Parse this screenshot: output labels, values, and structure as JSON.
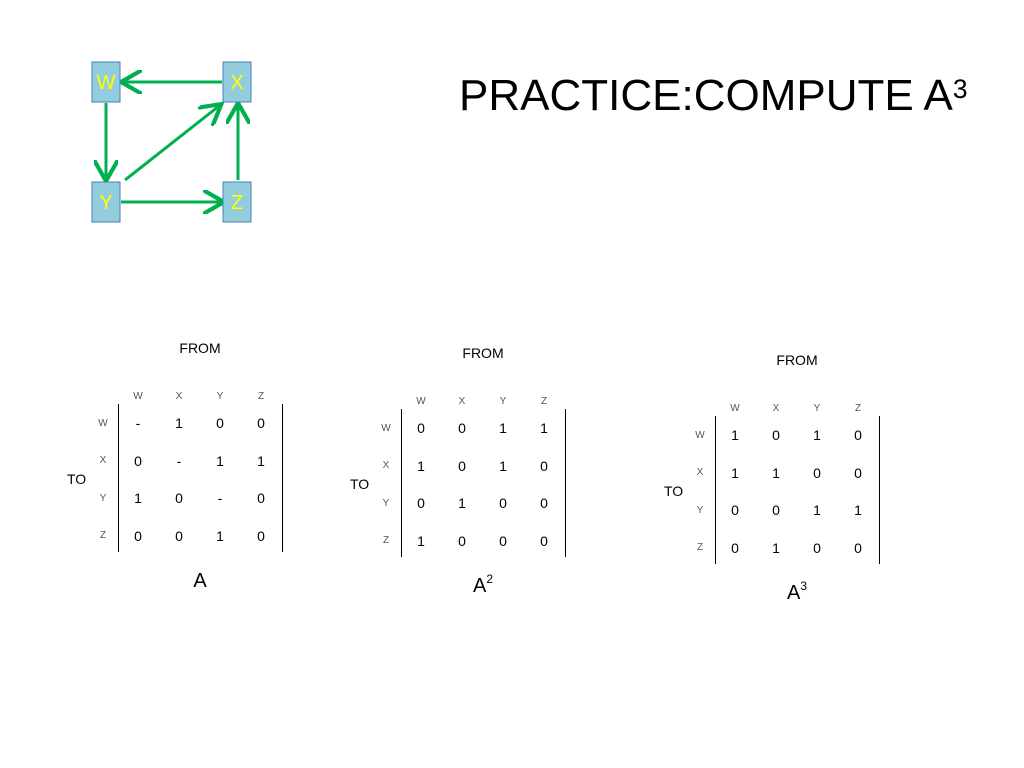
{
  "title": {
    "text": "PRACTICE:COMPUTE A",
    "exp": "3"
  },
  "graph": {
    "nodes": [
      {
        "id": "W",
        "label": "W"
      },
      {
        "id": "X",
        "label": "X"
      },
      {
        "id": "Y",
        "label": "Y"
      },
      {
        "id": "Z",
        "label": "Z"
      }
    ],
    "edges": [
      {
        "from": "X",
        "to": "W"
      },
      {
        "from": "W",
        "to": "Y"
      },
      {
        "from": "Y",
        "to": "X"
      },
      {
        "from": "Y",
        "to": "Z"
      },
      {
        "from": "Z",
        "to": "X"
      }
    ],
    "colors": {
      "node_fill": "#93cddd",
      "node_text": "#ffff00",
      "edge": "#00b050"
    }
  },
  "matrices": [
    {
      "from_label": "FROM",
      "to_label": "TO",
      "col_headers": [
        "W",
        "X",
        "Y",
        "Z"
      ],
      "row_headers": [
        "W",
        "X",
        "Y",
        "Z"
      ],
      "rows": [
        [
          "-",
          "1",
          "0",
          "0"
        ],
        [
          "0",
          "-",
          "1",
          "1"
        ],
        [
          "1",
          "0",
          "-",
          "0"
        ],
        [
          "0",
          "0",
          "1",
          "0"
        ]
      ],
      "label": "A",
      "label_exp": ""
    },
    {
      "from_label": "FROM",
      "to_label": "TO",
      "col_headers": [
        "W",
        "X",
        "Y",
        "Z"
      ],
      "row_headers": [
        "W",
        "X",
        "Y",
        "Z"
      ],
      "rows": [
        [
          "0",
          "0",
          "1",
          "1"
        ],
        [
          "1",
          "0",
          "1",
          "0"
        ],
        [
          "0",
          "1",
          "0",
          "0"
        ],
        [
          "1",
          "0",
          "0",
          "0"
        ]
      ],
      "label": "A",
      "label_exp": "2"
    },
    {
      "from_label": "FROM",
      "to_label": "TO",
      "col_headers": [
        "W",
        "X",
        "Y",
        "Z"
      ],
      "row_headers": [
        "W",
        "X",
        "Y",
        "Z"
      ],
      "rows": [
        [
          "1",
          "0",
          "1",
          "0"
        ],
        [
          "1",
          "1",
          "0",
          "0"
        ],
        [
          "0",
          "0",
          "1",
          "1"
        ],
        [
          "0",
          "1",
          "0",
          "0"
        ]
      ],
      "label": "A",
      "label_exp": "3"
    }
  ]
}
